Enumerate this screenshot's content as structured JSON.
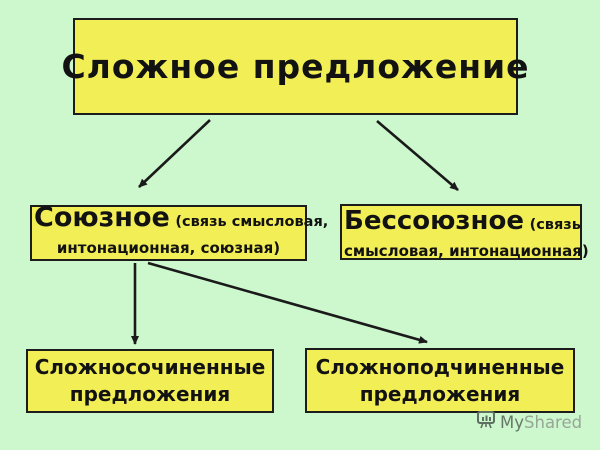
{
  "colors": {
    "background": "#cdf8cd",
    "box_fill": "#f2ee55",
    "box_border": "#1c1c1c",
    "text": "#121212",
    "arrow": "#1a1a1a",
    "watermark_my": "#68766a",
    "watermark_shared": "#97a597"
  },
  "diagram": {
    "root_label": "Сложное предложение",
    "left_branch": {
      "title": "Союзное",
      "note_line1": "(связь смысловая,",
      "note_line2": "интонационная, союзная)"
    },
    "right_branch": {
      "title": "Бессоюзное",
      "note_line1": "(связь",
      "note_line2": "смысловая, интонационная)"
    },
    "leaf_left": {
      "line1": "Сложносочиненные",
      "line2": "предложения"
    },
    "leaf_right": {
      "line1": "Сложноподчиненные",
      "line2": "предложения"
    }
  },
  "watermark": {
    "brand_my": "My",
    "brand_shared": "Shared"
  }
}
